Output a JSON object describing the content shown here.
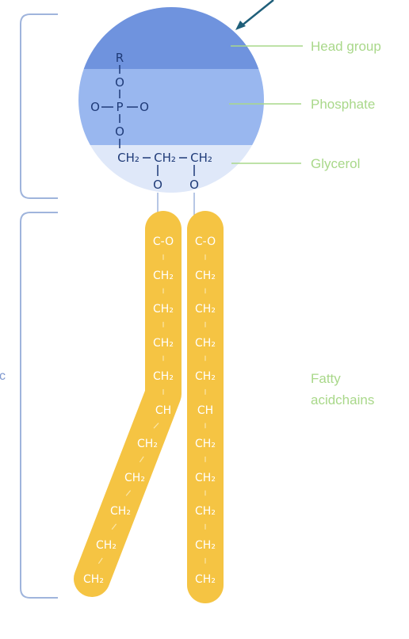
{
  "labels": {
    "head_group": "Head group",
    "phosphate": "Phosphate",
    "glycerol": "Glycerol",
    "fatty_line1": "Fatty",
    "fatty_line2": "acidchains",
    "left_cut_text": "c"
  },
  "head": {
    "r": "R",
    "o": "O",
    "p": "P",
    "ch2": "CH₂"
  },
  "chains": {
    "left": [
      "C-O",
      "CH₂",
      "CH₂",
      "CH₂",
      "CH₂",
      "CH",
      "CH₂",
      "CH₂",
      "CH₂",
      "CH₂",
      "CH₂"
    ],
    "right": [
      "C-O",
      "CH₂",
      "CH₂",
      "CH₂",
      "CH₂",
      "CH",
      "CH₂",
      "CH₂",
      "CH₂",
      "CH₂",
      "CH₂"
    ]
  },
  "colors": {
    "head_top": "#6f93de",
    "phosphate_band": "#99b7ef",
    "glycerol_band": "#dfe8f9",
    "chain": "#f5c443",
    "label": "#a9d88a",
    "bracket": "#9fb4dc",
    "arrow": "#1f5f7a"
  }
}
